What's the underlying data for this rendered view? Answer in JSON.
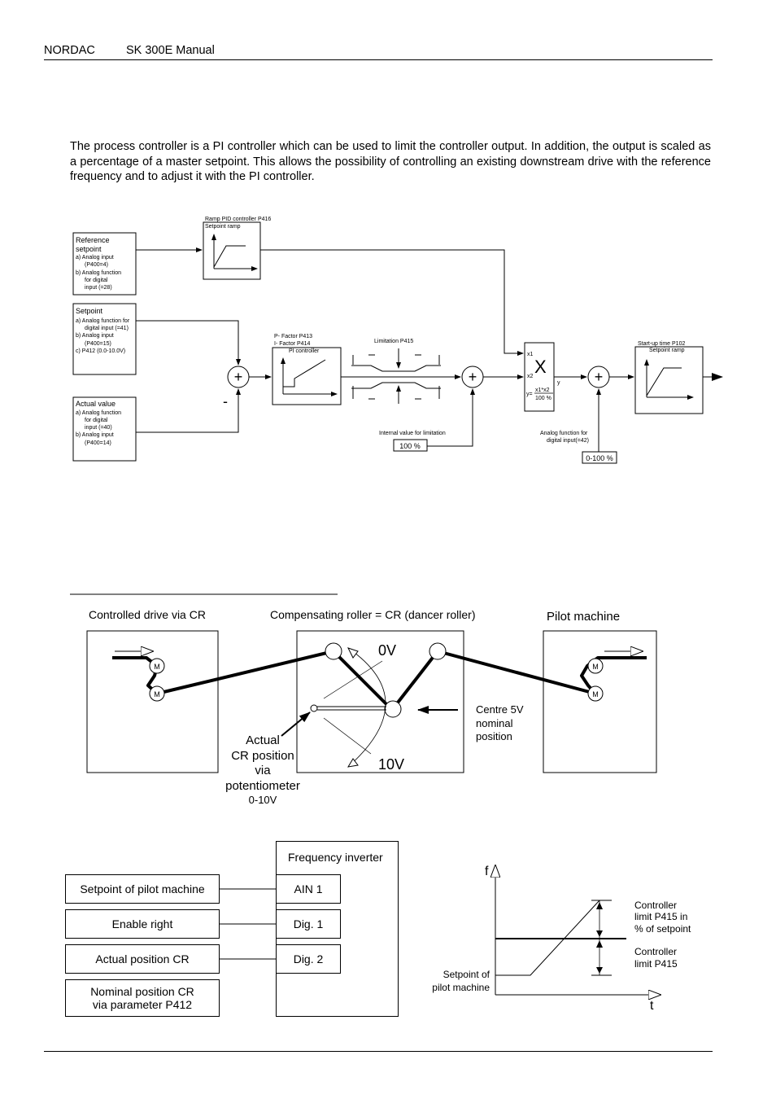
{
  "header": {
    "brand": "NORDAC",
    "title": "SK 300E Manual"
  },
  "intro": "The process controller is a PI controller which can be used to limit the controller output. In addition, the output is scaled as a percentage of a master setpoint. This allows the possibility of controlling an existing downstream drive with the reference frequency and to adjust it with the PI controller.",
  "block_diagram": {
    "reference": {
      "title": "Reference",
      "title2": "setpoint",
      "a": "a)  Analog input",
      "a2": "(P400=4)",
      "b": "b)  Analog function",
      "b2": "for digital",
      "b3": "input (=28)"
    },
    "setpoint": {
      "title": "Setpoint",
      "a": "a)  Analog function for",
      "a2": "digital input (=41)",
      "b": "b)  Analog input",
      "b2": "(P400=15)",
      "c": "c)  P412 (0.0-10.0V)"
    },
    "actual": {
      "title": "Actual value",
      "a": "a)  Analog function",
      "a2": "for digital",
      "a3": "input (=40)",
      "b": "b)  Analog input",
      "b2": "(P400=14)"
    },
    "ramp_title": "Ramp PID controller P416",
    "ramp_sub": "Setpoint ramp",
    "p_factor": "P- Factor P413",
    "i_factor": "I- Factor P414",
    "pi_title": "PI controller",
    "limitation": "Limitation P415",
    "internal_value": "Internal value for limitation",
    "hundred": "100 %",
    "mult_x1": "x1",
    "mult_x2": "x2",
    "mult_x": "X",
    "mult_y_eq": "y=",
    "mult_num": "x1*x2",
    "mult_den": "100 %",
    "y_label": "y",
    "analog_func": "Analog function for",
    "analog_func2": "digital input(=42)",
    "range": "0-100 %",
    "startup": "Start-up time P102",
    "startup_sub": "Setpoint ramp",
    "minus": "-",
    "plus": "+"
  },
  "application": {
    "controlled_drive": "Controlled drive via CR",
    "compensating": "Compensating roller = CR (dancer roller)",
    "pilot": "Pilot machine",
    "motor": "M",
    "zero_v": "0V",
    "ten_v": "10V",
    "centre1": "Centre 5V",
    "centre2": "nominal",
    "centre3": "position",
    "actual1": "Actual",
    "actual2": "CR position",
    "actual3": "via",
    "actual4": "potentiometer",
    "actual5": "0-10V"
  },
  "wiring": {
    "inverter_title": "Frequency inverter",
    "left": [
      "Setpoint of pilot machine",
      "Enable right",
      "Actual position CR"
    ],
    "nominal1": "Nominal position CR",
    "nominal2": "via parameter P412",
    "terminals": [
      "AIN 1",
      "Dig. 1",
      "Dig. 2"
    ]
  },
  "graph": {
    "f": "f",
    "t": "t",
    "setpoint1": "Setpoint of",
    "setpoint2": "pilot machine",
    "limit_pct1": "Controller",
    "limit_pct2": "limit P415 in",
    "limit_pct3": "% of setpoint",
    "limit1": "Controller",
    "limit2": "limit P415"
  }
}
